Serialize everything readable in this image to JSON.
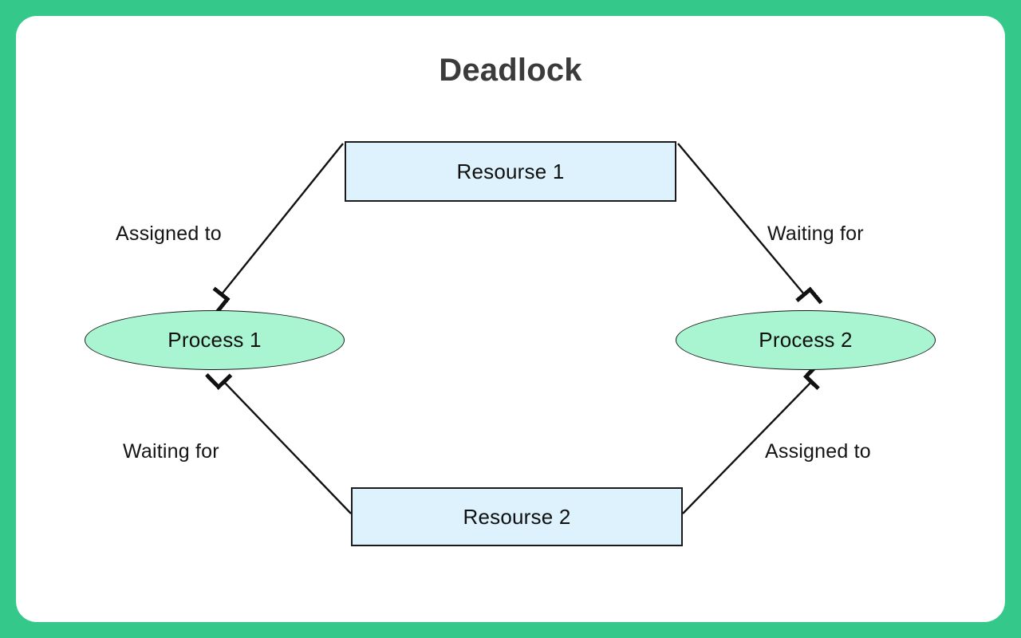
{
  "diagram": {
    "title": "Deadlock",
    "background_color": "#34c98a",
    "card_color": "#ffffff",
    "type": "resource-allocation-graph",
    "nodes": [
      {
        "id": "resource-1",
        "label": "Resourse 1",
        "shape": "rectangle",
        "fill": "#ddf2fc",
        "stroke": "#1a1a1a"
      },
      {
        "id": "resource-2",
        "label": "Resourse 2",
        "shape": "rectangle",
        "fill": "#ddf2fc",
        "stroke": "#1a1a1a"
      },
      {
        "id": "process-1",
        "label": "Process 1",
        "shape": "ellipse",
        "fill": "#aaf5d1",
        "stroke": "#1a1a1a"
      },
      {
        "id": "process-2",
        "label": "Process 2",
        "shape": "ellipse",
        "fill": "#aaf5d1",
        "stroke": "#1a1a1a"
      }
    ],
    "edges": [
      {
        "id": "edge-r1-p1",
        "from": "resource-1",
        "to": "process-1",
        "label": "Assigned to"
      },
      {
        "id": "edge-r1-p2",
        "from": "resource-1",
        "to": "process-2",
        "label": "Waiting for"
      },
      {
        "id": "edge-r2-p1",
        "from": "resource-2",
        "to": "process-1",
        "label": "Waiting for"
      },
      {
        "id": "edge-r2-p2",
        "from": "resource-2",
        "to": "process-2",
        "label": "Assigned to"
      }
    ]
  }
}
